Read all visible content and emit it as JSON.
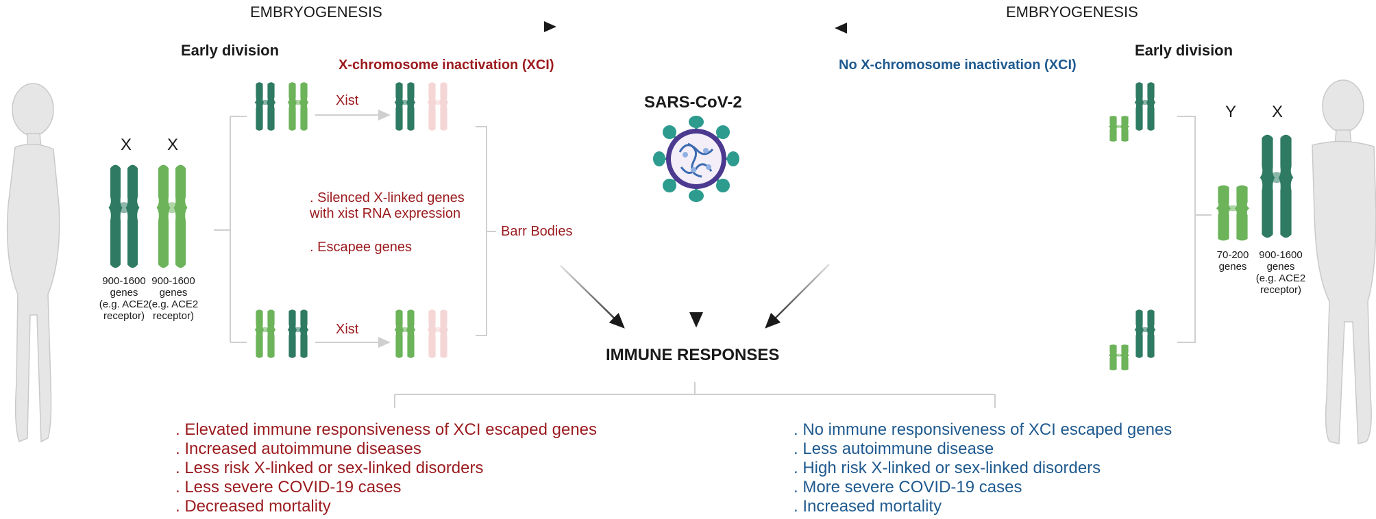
{
  "colors": {
    "red": "#9b1b1f",
    "blue": "#1f5a8f",
    "dark_green": "#2e7a62",
    "light_green": "#6cb35a",
    "faded_pink": "#f5d6d6",
    "virus_purple": "#4b3a8f",
    "virus_teal": "#2e9b8f"
  },
  "left": {
    "embryogenesis": "EMBRYOGENESIS",
    "early_division": "Early division",
    "xci_title": "X-chromosome inactivation (XCI)",
    "x_label_1": "X",
    "x_label_2": "X",
    "genes_1": "900-1600 genes (e.g. ACE2 receptor)",
    "genes_2": "900-1600 genes (e.g. ACE2 receptor)",
    "xist_top": "Xist",
    "xist_bottom": "Xist",
    "silenced_1": ". Silenced X-linked genes",
    "silenced_2": "with xist RNA expression",
    "escapee": ". Escapee genes",
    "barr_bodies": "Barr Bodies"
  },
  "right": {
    "embryogenesis": "EMBRYOGENESIS",
    "early_division": "Early division",
    "no_xci_title": "No X-chromosome inactivation (XCI)",
    "y_label": "Y",
    "x_label": "X",
    "y_genes": "70-200 genes",
    "x_genes": "900-1600 genes (e.g. ACE2 receptor)"
  },
  "center": {
    "virus": "SARS-CoV-2",
    "immune": "IMMUNE RESPONSES"
  },
  "female_outcomes": [
    ". Elevated immune responsiveness of XCI escaped genes",
    ". Increased autoimmune diseases",
    ". Less risk X-linked or sex-linked disorders",
    ". Less severe COVID-19 cases",
    ". Decreased mortality"
  ],
  "male_outcomes": [
    ". No immune responsiveness of XCI escaped genes",
    ". Less autoimmune disease",
    ". High risk X-linked or sex-linked disorders",
    ". More severe COVID-19 cases",
    ". Increased mortality"
  ]
}
